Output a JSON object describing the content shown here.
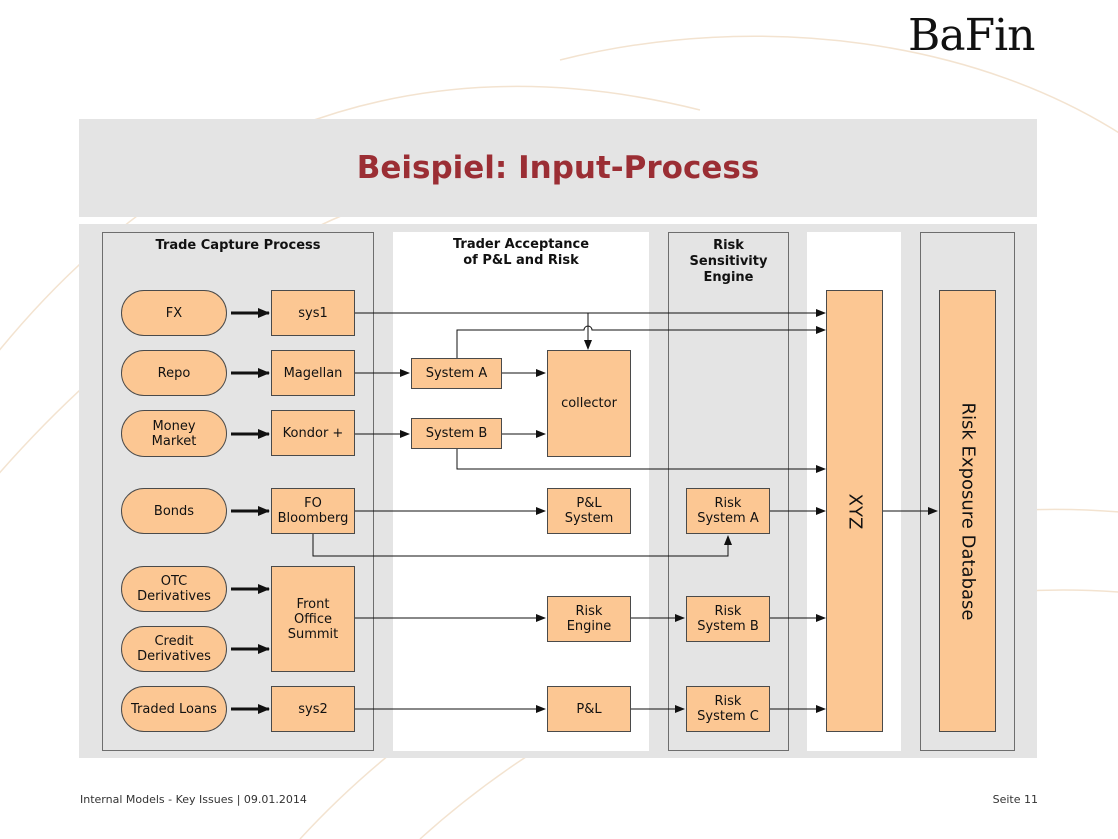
{
  "logo": "BaFin",
  "title": "Beispiel: Input-Process",
  "lanes": {
    "trade_capture": "Trade Capture Process",
    "trader_acceptance": "Trader Acceptance\nof P&L and Risk",
    "risk_engine": "Risk\nSensitivity\nEngine"
  },
  "sources": {
    "fx": "FX",
    "repo": "Repo",
    "money_market": "Money\nMarket",
    "bonds": "Bonds",
    "otc": "OTC\nDerivatives",
    "credit": "Credit\nDerivatives",
    "loans": "Traded Loans"
  },
  "systems": {
    "sys1": "sys1",
    "magellan": "Magellan",
    "kondor": "Kondor +",
    "fo_bloomberg": "FO\nBloomberg",
    "front_office": "Front\nOffice\nSummit",
    "sys2": "sys2",
    "system_a": "System  A",
    "system_b": "System  B",
    "collector": "collector",
    "pl_system": "P&L\nSystem",
    "risk_engine": "Risk\nEngine",
    "pl": "P&L",
    "risk_system_a": "Risk\nSystem  A",
    "risk_system_b": "Risk\nSystem  B",
    "risk_system_c": "Risk\nSystem  C",
    "xyz": "XYZ",
    "risk_exposure_db": "Risk Exposure Database"
  },
  "footer": {
    "left": "Internal Models - Key Issues | 09.01.2014",
    "right": "Seite 11"
  },
  "colors": {
    "accent": "#9b2e34",
    "box_fill": "#fcc793",
    "band": "#e4e4e4",
    "watermark": "#f2dcc5"
  }
}
